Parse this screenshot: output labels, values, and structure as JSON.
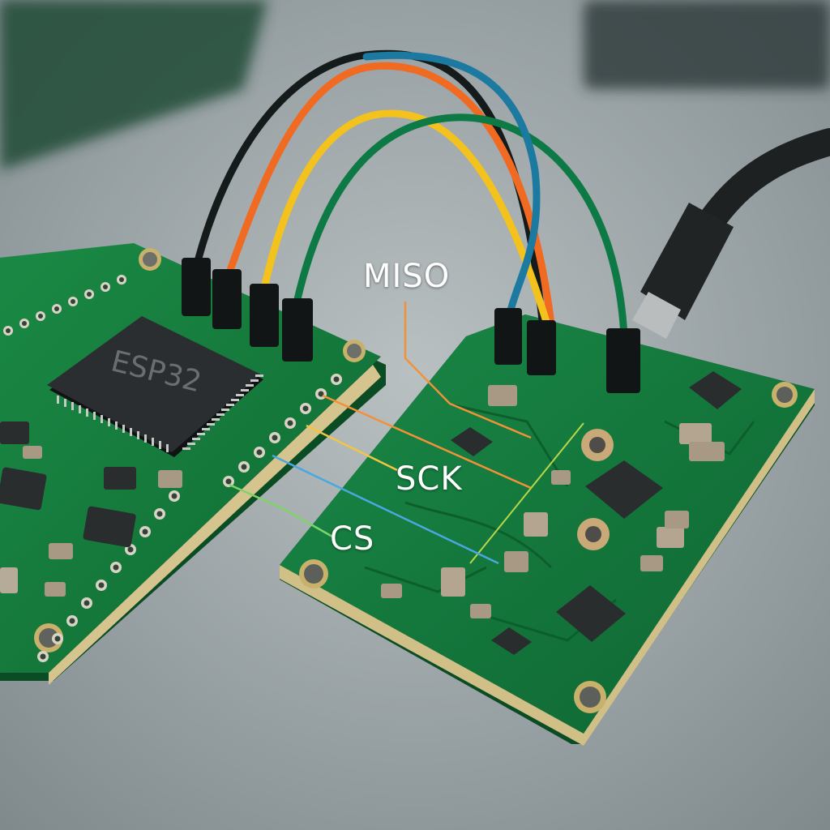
{
  "chip": {
    "text": "ESP32"
  },
  "labels": {
    "miso": "MISO",
    "sck": "SCK",
    "cs": "CS"
  },
  "wires": [
    {
      "name": "black",
      "color": "#151a1a"
    },
    {
      "name": "orange",
      "color": "#f06a22"
    },
    {
      "name": "yellow",
      "color": "#f3c21c"
    },
    {
      "name": "green",
      "color": "#0d7a46"
    },
    {
      "name": "blue",
      "color": "#1c7aa0"
    }
  ],
  "colors": {
    "pcb": "#137a3c",
    "pcb_dark": "#0c5a2a",
    "chip": "#242728",
    "miso_trace": "#f2913a",
    "sck_trace": "#f2c542",
    "cs_trace": "#7fd36b",
    "blue_trace": "#4aa8e0"
  }
}
